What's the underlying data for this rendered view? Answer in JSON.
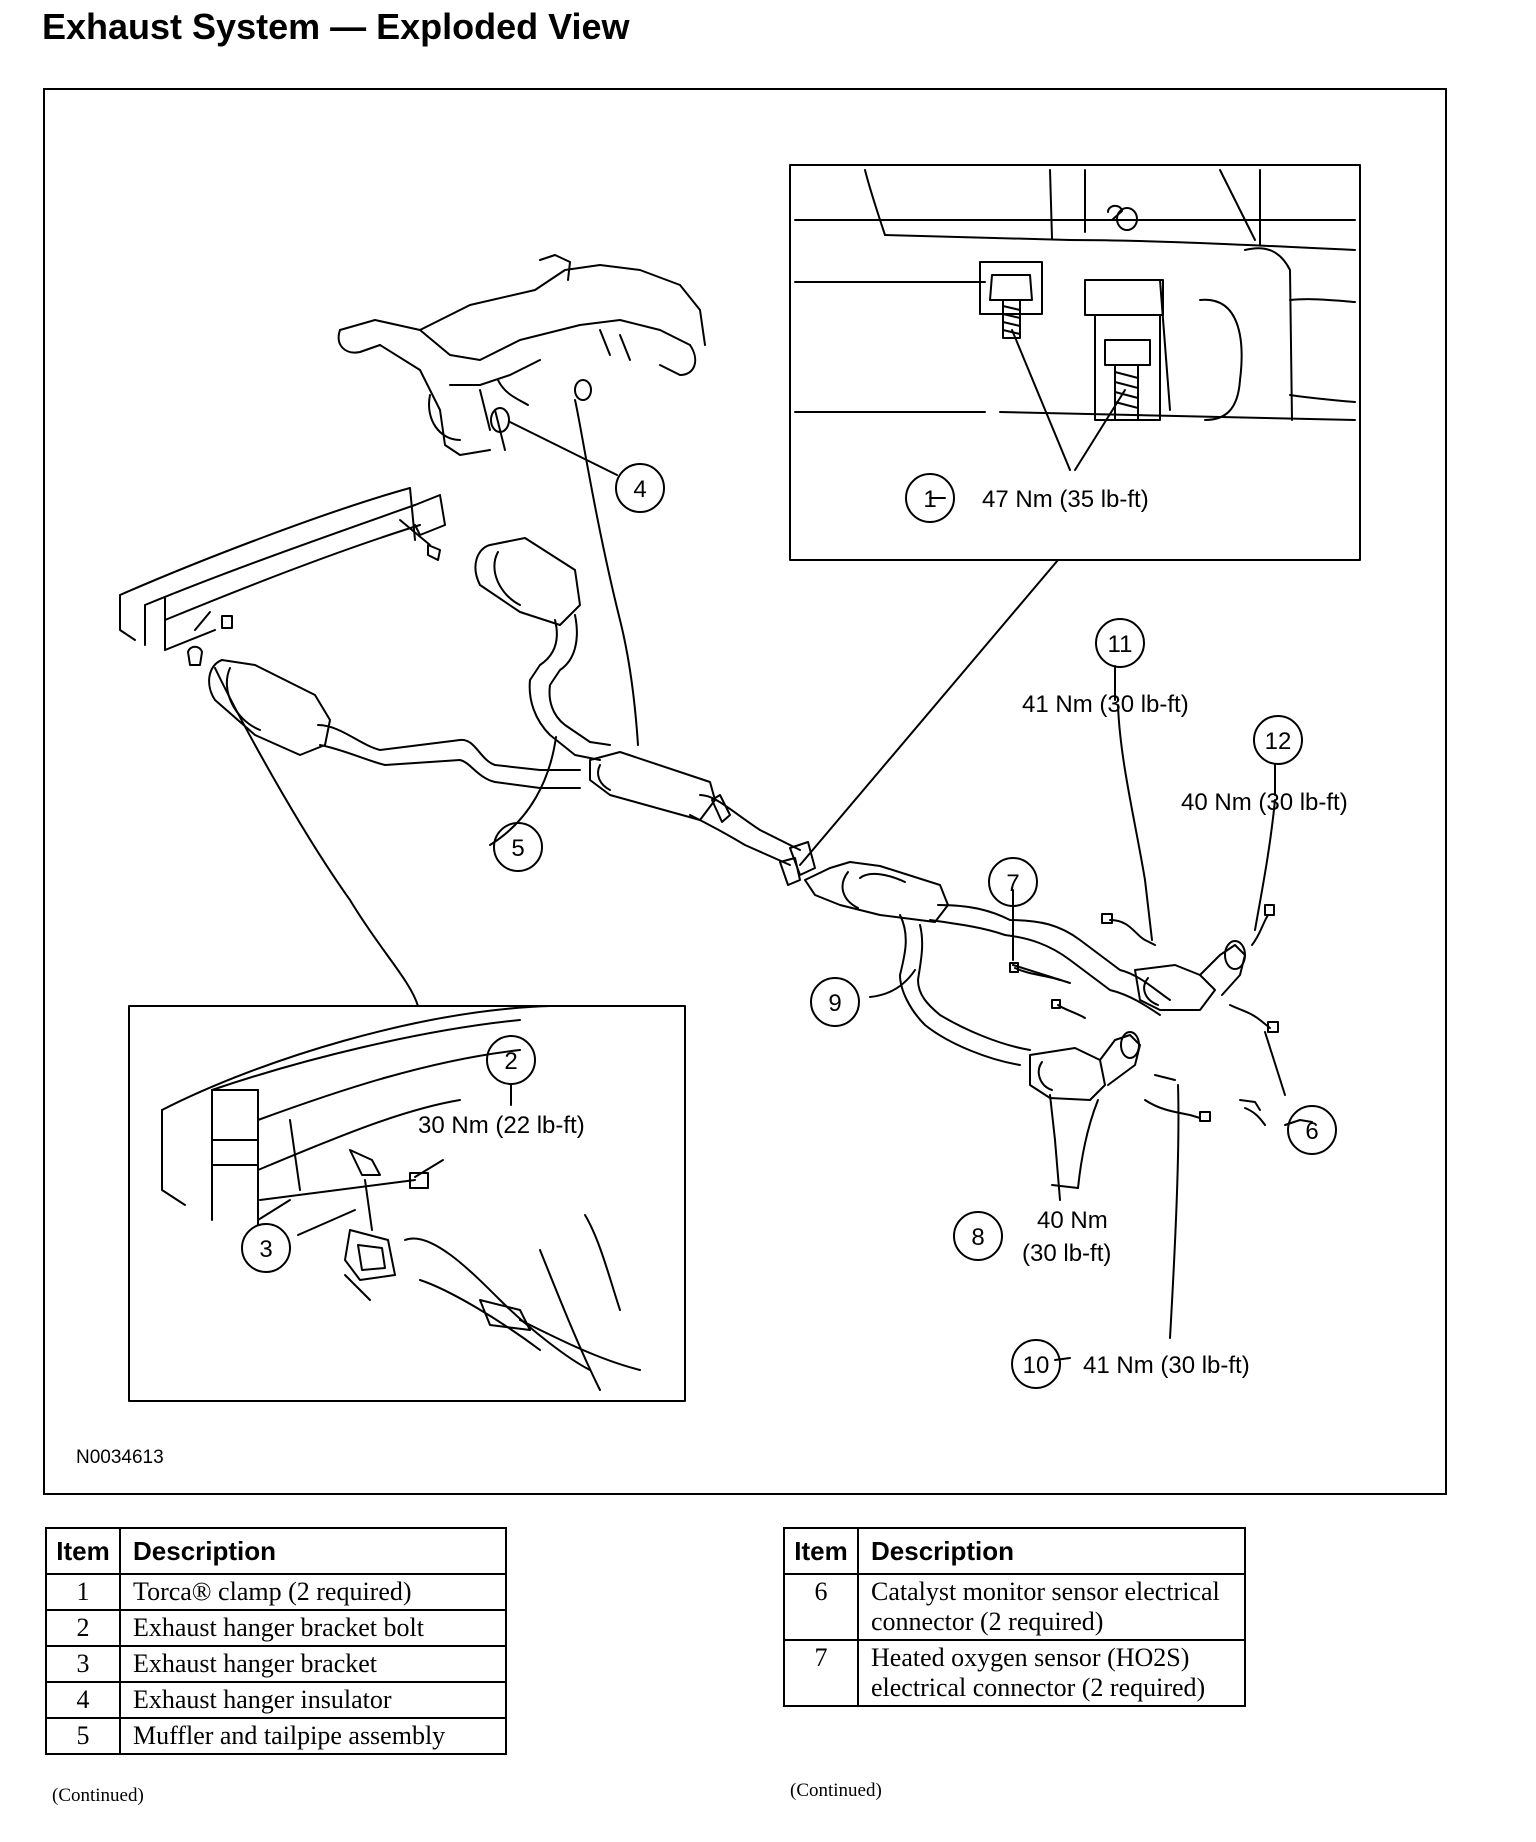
{
  "title": "Exhaust System — Exploded View",
  "figure_id": "N0034613",
  "callouts": [
    {
      "number": "1",
      "torque": "47 Nm (35 lb-ft)"
    },
    {
      "number": "2",
      "torque": "30 Nm (22 lb-ft)"
    },
    {
      "number": "3",
      "torque": ""
    },
    {
      "number": "4",
      "torque": ""
    },
    {
      "number": "5",
      "torque": ""
    },
    {
      "number": "6",
      "torque": ""
    },
    {
      "number": "7",
      "torque": ""
    },
    {
      "number": "8",
      "torque_line1": "40 Nm",
      "torque_line2": "(30 lb-ft)"
    },
    {
      "number": "9",
      "torque": ""
    },
    {
      "number": "10",
      "torque": "41 Nm (30 lb-ft)"
    },
    {
      "number": "11",
      "torque": "41 Nm (30 lb-ft)"
    },
    {
      "number": "12",
      "torque": "40 Nm (30 lb-ft)"
    }
  ],
  "tables": [
    {
      "headers": {
        "item": "Item",
        "description": "Description"
      },
      "rows": [
        {
          "item": "1",
          "description": "Torca® clamp (2 required)"
        },
        {
          "item": "2",
          "description": "Exhaust hanger bracket bolt"
        },
        {
          "item": "3",
          "description": "Exhaust hanger bracket"
        },
        {
          "item": "4",
          "description": "Exhaust hanger insulator"
        },
        {
          "item": "5",
          "description": "Muffler and tailpipe assembly"
        }
      ],
      "continued": "(Continued)"
    },
    {
      "headers": {
        "item": "Item",
        "description": "Description"
      },
      "rows": [
        {
          "item": "6",
          "description": "Catalyst monitor sensor electrical connector (2 required)"
        },
        {
          "item": "7",
          "description": "Heated oxygen sensor (HO2S) electrical connector (2 required)"
        }
      ],
      "continued": "(Continued)"
    }
  ]
}
